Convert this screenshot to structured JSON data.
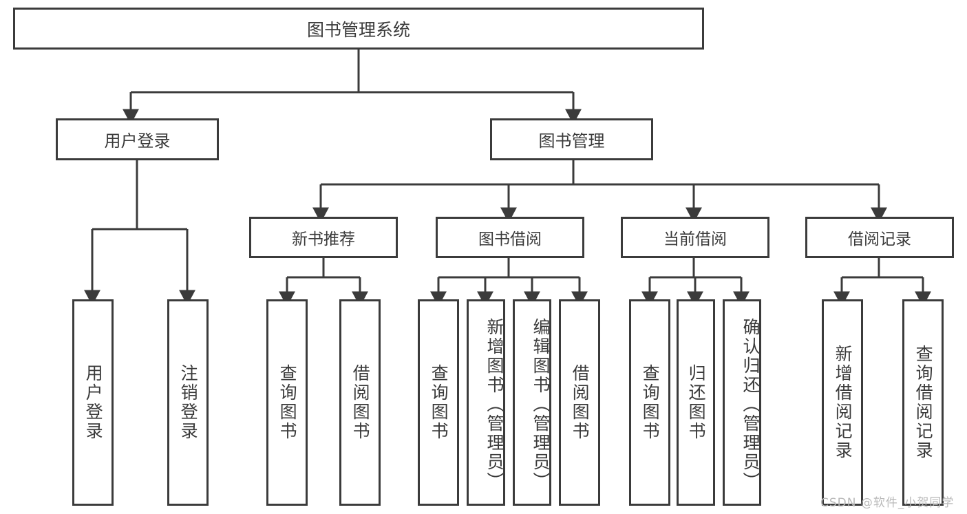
{
  "diagram": {
    "title": "图书管理系统",
    "type": "tree-hierarchy-diagram",
    "root": {
      "label": "图书管理系统"
    },
    "level1": [
      {
        "label": "用户登录"
      },
      {
        "label": "图书管理"
      }
    ],
    "level2": [
      {
        "label": "新书推荐",
        "parent": "图书管理"
      },
      {
        "label": "图书借阅",
        "parent": "图书管理"
      },
      {
        "label": "当前借阅",
        "parent": "图书管理"
      },
      {
        "label": "借阅记录",
        "parent": "图书管理"
      }
    ],
    "leaves": {
      "user_login": [
        {
          "label": "用户登录"
        },
        {
          "label": "注销登录"
        }
      ],
      "new_book": [
        {
          "label": "查询图书"
        },
        {
          "label": "借阅图书"
        }
      ],
      "borrow_book": [
        {
          "label": "查询图书"
        },
        {
          "label": "新增图书（管理员）"
        },
        {
          "label": "编辑图书（管理员）"
        },
        {
          "label": "借阅图书"
        }
      ],
      "current_borrow": [
        {
          "label": "查询图书"
        },
        {
          "label": "归还图书"
        },
        {
          "label": "确认归还（管理员）"
        }
      ],
      "borrow_record": [
        {
          "label": "新增借阅记录"
        },
        {
          "label": "查询借阅记录"
        }
      ]
    }
  },
  "watermark": {
    "text": "CSDN @软件_小贺同学"
  },
  "colors": {
    "background": "#ffffff",
    "border": "#3b3b3b",
    "text": "#3a3a3a",
    "connector": "#3b3b3b",
    "watermark": "#b9b9b9"
  }
}
